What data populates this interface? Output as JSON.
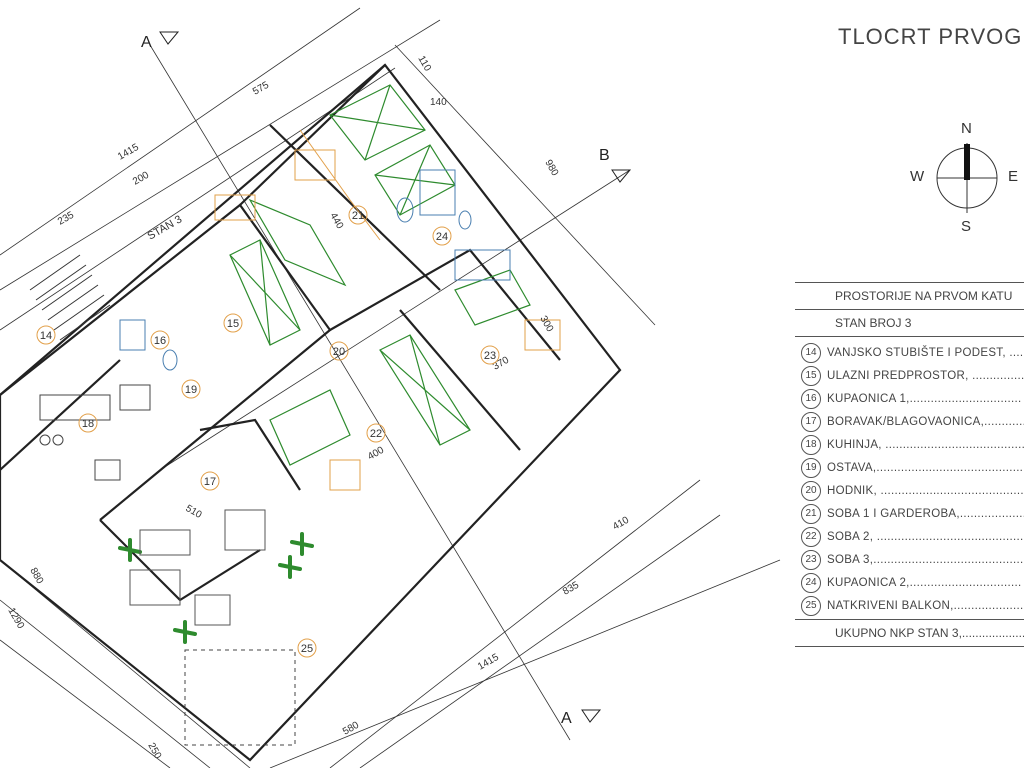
{
  "title": "TLOCRT PRVOG",
  "compass": {
    "n": "N",
    "s": "S",
    "e": "E",
    "w": "W"
  },
  "section_marks": {
    "a_top": "A",
    "a_bottom": "A",
    "b": "B"
  },
  "plan": {
    "apartment_tag": "STAN 3",
    "dimensions": [
      "575",
      "1415",
      "200",
      "235",
      "110",
      "980",
      "140",
      "440",
      "370",
      "300",
      "400",
      "510",
      "410",
      "835",
      "1415",
      "1290",
      "880",
      "580",
      "250"
    ],
    "room_numbers": [
      "14",
      "15",
      "16",
      "17",
      "18",
      "19",
      "20",
      "21",
      "22",
      "23",
      "24",
      "25"
    ]
  },
  "legend": {
    "header": "PROSTORIJE NA PRVOM KATU",
    "apartment": "STAN BROJ 3",
    "rooms": [
      {
        "num": "14",
        "name": "VANJSKO STUBIŠTE I PODEST, ........"
      },
      {
        "num": "15",
        "name": "ULAZNI PREDPROSTOR, ................"
      },
      {
        "num": "16",
        "name": "KUPAONICA 1,................................"
      },
      {
        "num": "17",
        "name": "BORAVAK/BLAGOVAONICA,............"
      },
      {
        "num": "18",
        "name": "KUHINJA, .........................................."
      },
      {
        "num": "19",
        "name": "OSTAVA,............................................"
      },
      {
        "num": "20",
        "name": "HODNIK, ..........................................."
      },
      {
        "num": "21",
        "name": "SOBA 1 I GARDEROBA,..................."
      },
      {
        "num": "22",
        "name": "SOBA 2, ............................................"
      },
      {
        "num": "23",
        "name": "SOBA 3,............................................."
      },
      {
        "num": "24",
        "name": "KUPAONICA 2,................................"
      },
      {
        "num": "25",
        "name": "NATKRIVENI BALKON,......................"
      }
    ],
    "total": "UKUPNO NKP STAN 3,......................."
  }
}
